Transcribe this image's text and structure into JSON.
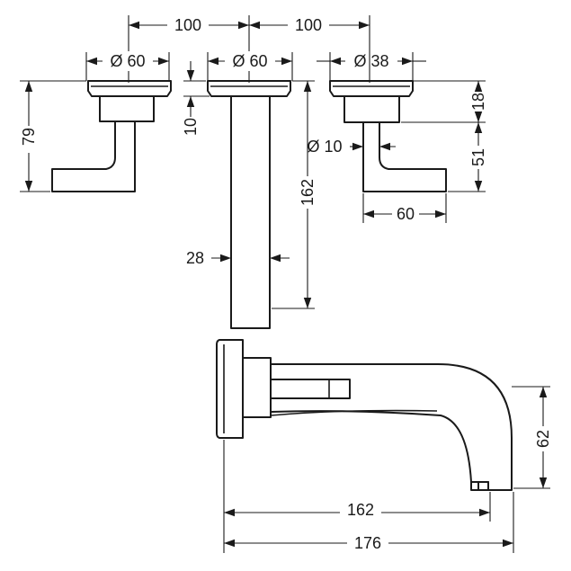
{
  "dimensions": {
    "top_left_spacing": "100",
    "top_right_spacing": "100",
    "left_handle_diameter": "Ø 60",
    "center_diameter": "Ø 60",
    "right_handle_diameter": "Ø 38",
    "left_handle_height": "79",
    "rosette_thickness": "10",
    "spout_length_front": "162",
    "spout_width": "28",
    "lever_diameter": "Ø 10",
    "right_top_height": "18",
    "right_lever_height": "51",
    "lever_length": "60",
    "spout_projection": "162",
    "overall_projection": "176",
    "spout_height": "62"
  }
}
